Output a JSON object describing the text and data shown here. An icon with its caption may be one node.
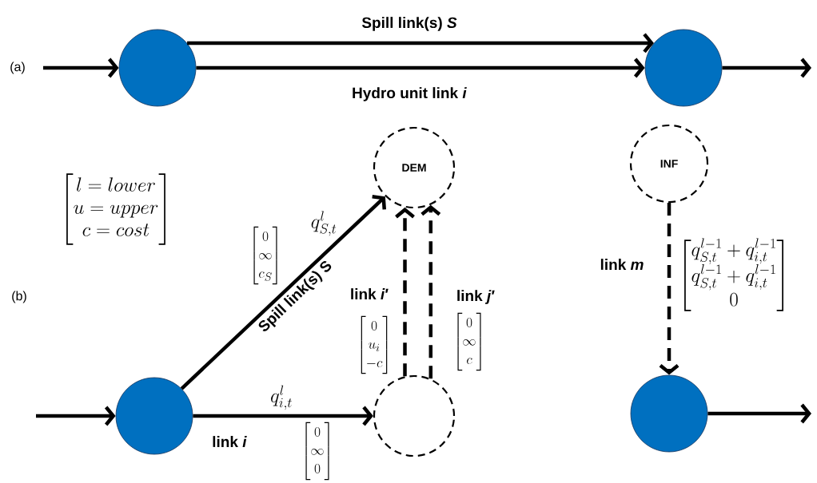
{
  "diagram": {
    "nodes": [
      {
        "text": [],
        "shape": "circle"
      },
      {
        "text": [],
        "shape": "circle"
      },
      {
        "text": [
          "DEM"
        ]
      },
      {
        "text": [
          "INF"
        ]
      },
      {
        "text": [],
        "shape": "circle"
      },
      {
        "text": [],
        "shape": "circle"
      },
      {
        "text": [],
        "shape": "circle"
      }
    ],
    "edges": [
      {
        "from": null,
        "to": 0,
        "arrow": "to"
      },
      {
        "from": 0,
        "to": 1,
        "arrow": "to",
        "label": "Spill link(s) *S*"
      },
      {
        "from": 0,
        "to": 1,
        "arrow": "to",
        "label": "Hydro unit link *i*"
      },
      {
        "from": 1,
        "to": null,
        "arrow": "to"
      },
      {
        "from": null,
        "to": 4,
        "arrow": "to"
      },
      {
        "from": 4,
        "to": 2,
        "arrow": "to",
        "label": "Spill link(s) S"
      },
      {
        "from": 4,
        "to": 5,
        "arrow": "to",
        "label": "link *i*"
      },
      {
        "from": 5,
        "to": 2,
        "arrow": "to",
        "style": "dashed",
        "label": "link *i*′"
      },
      {
        "from": 5,
        "to": 2,
        "arrow": "to",
        "style": "dashed",
        "label": "link *j*′"
      },
      {
        "from": 3,
        "to": 6,
        "arrow": "to",
        "style": "dashed",
        "label": "link *m*"
      },
      {
        "from": 6,
        "to": null,
        "arrow": "to"
      }
    ],
    "labels": [
      "(a)",
      "\\begin{bmatrix} l = lower \\\\ u = upper \\\\ c = cost \\end{bmatrix}",
      "q_{S,t}^{l}",
      "\\begin{bmatrix} 0 \\\\ \\infty \\\\ c_S \\end{bmatrix}",
      "(b)",
      "\\begin{bmatrix} 0 \\\\ u_i \\\\ -c \\end{bmatrix}",
      "\\begin{bmatrix} 0 \\\\ \\infty \\\\ c \\end{bmatrix}",
      "\\begin{bmatrix} q_{S,t}^{l-1} + q_{i,t}^{l-1} \\\\ q_{S,t}^{l-1} + q_{i,t}^{l-1} \\\\ 0 \\end{bmatrix}",
      "q_{i,t}^{l}",
      "\\begin{bmatrix} 0 \\\\ \\infty \\\\ 0 \\end{bmatrix}"
    ]
  }
}
